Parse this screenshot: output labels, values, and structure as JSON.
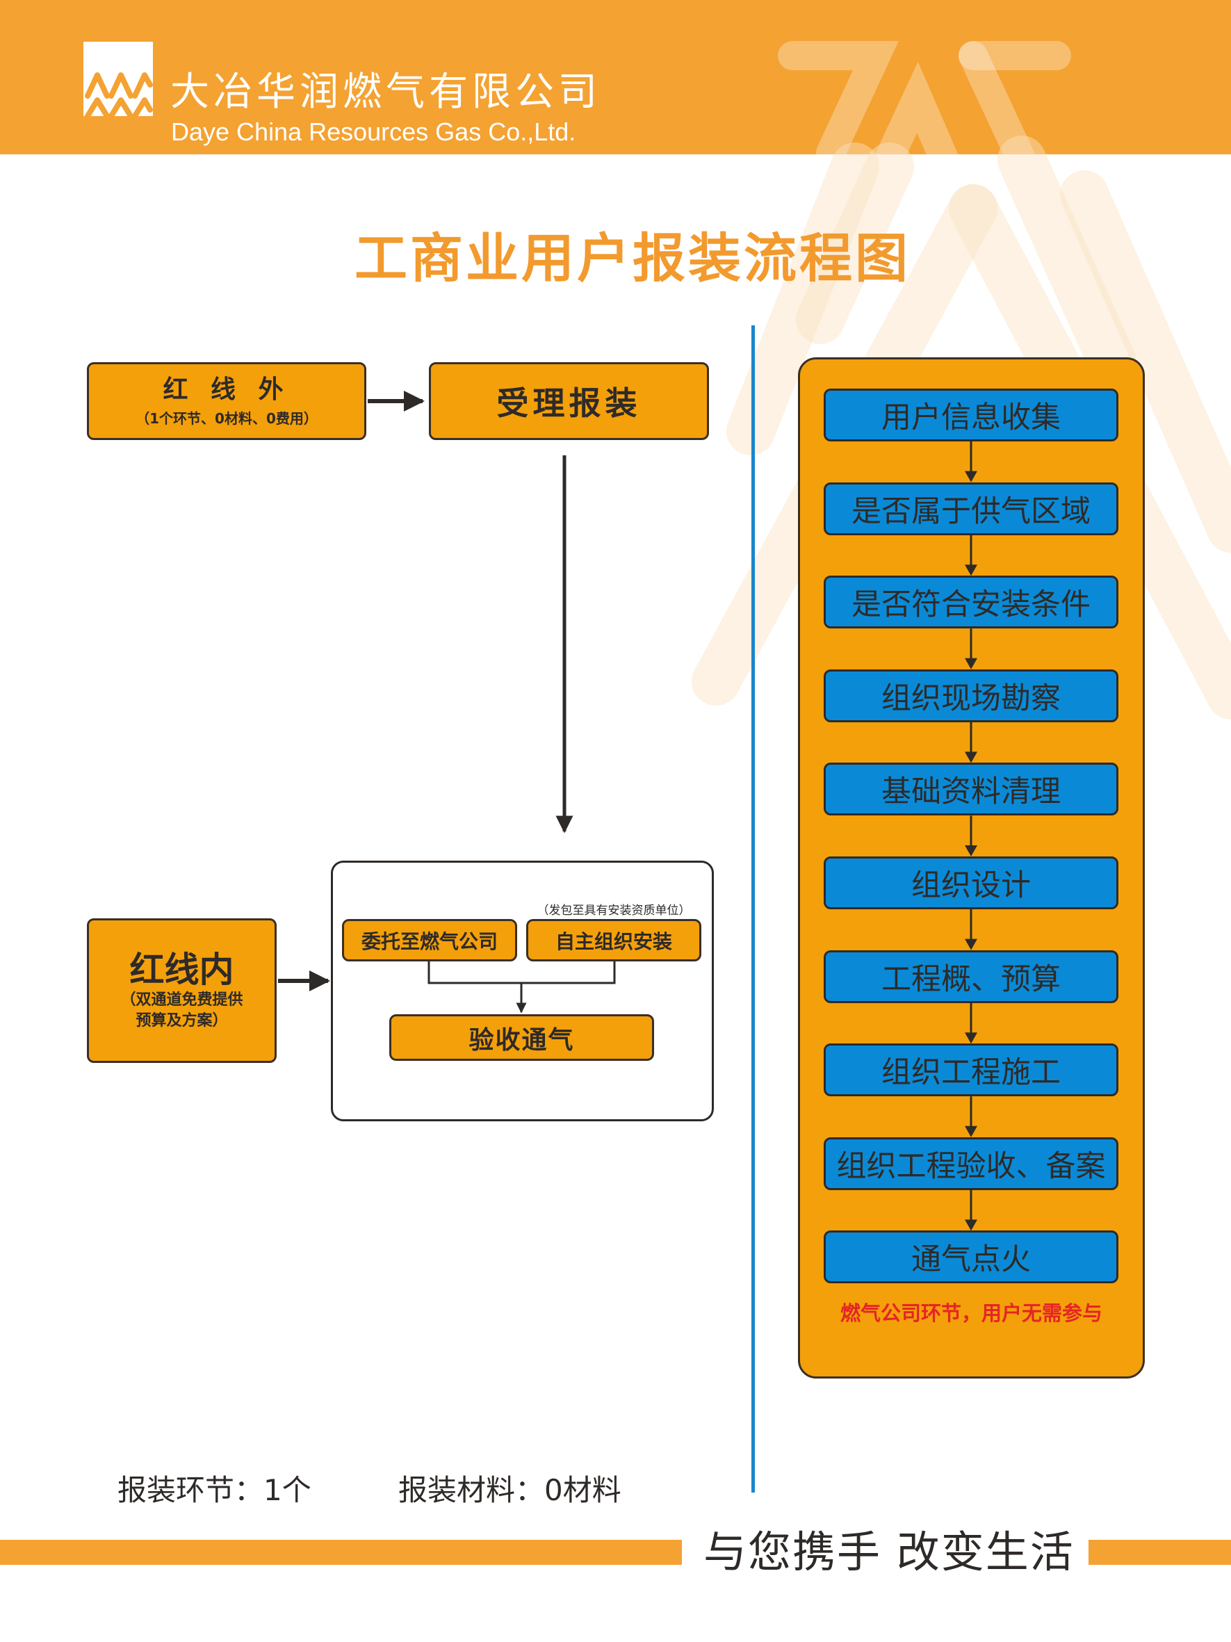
{
  "header": {
    "company_cn": "大冶华润燃气有限公司",
    "company_en": "Daye China Resources Gas Co.,Ltd.",
    "logo_icon": "mountain-chevrons-icon"
  },
  "title": "工商业用户报装流程图",
  "left_flow": {
    "outside_red_line": {
      "title": "红 线 外",
      "subtitle": "（1个环节、0材料、0费用）"
    },
    "accept_application": "受理报装",
    "inside_red_line": {
      "title": "红线内",
      "subtitle_line1": "（双通道免费提供",
      "subtitle_line2": "预算及方案）"
    },
    "options": {
      "delegate": "委托至燃气公司",
      "self_install": "自主组织安装",
      "self_install_note": "（发包至具有安装资质单位）"
    },
    "final_step": "验收通气"
  },
  "right_flow": {
    "steps": [
      "用户信息收集",
      "是否属于供气区域",
      "是否符合安装条件",
      "组织现场勘察",
      "基础资料清理",
      "组织设计",
      "工程概、预算",
      "组织工程施工",
      "组织工程验收、备案",
      "通气点火"
    ],
    "note": "燃气公司环节，用户无需参与"
  },
  "stats": {
    "steps": "报装环节：1个",
    "materials": "报装材料：0材料"
  },
  "footer": {
    "slogan": "与您携手  改变生活"
  },
  "colors": {
    "brand_orange": "#f4a232",
    "box_orange": "#f4a00a",
    "step_blue": "#0a8ad6",
    "divider_blue": "#1a86cc",
    "note_red": "#e52525"
  }
}
